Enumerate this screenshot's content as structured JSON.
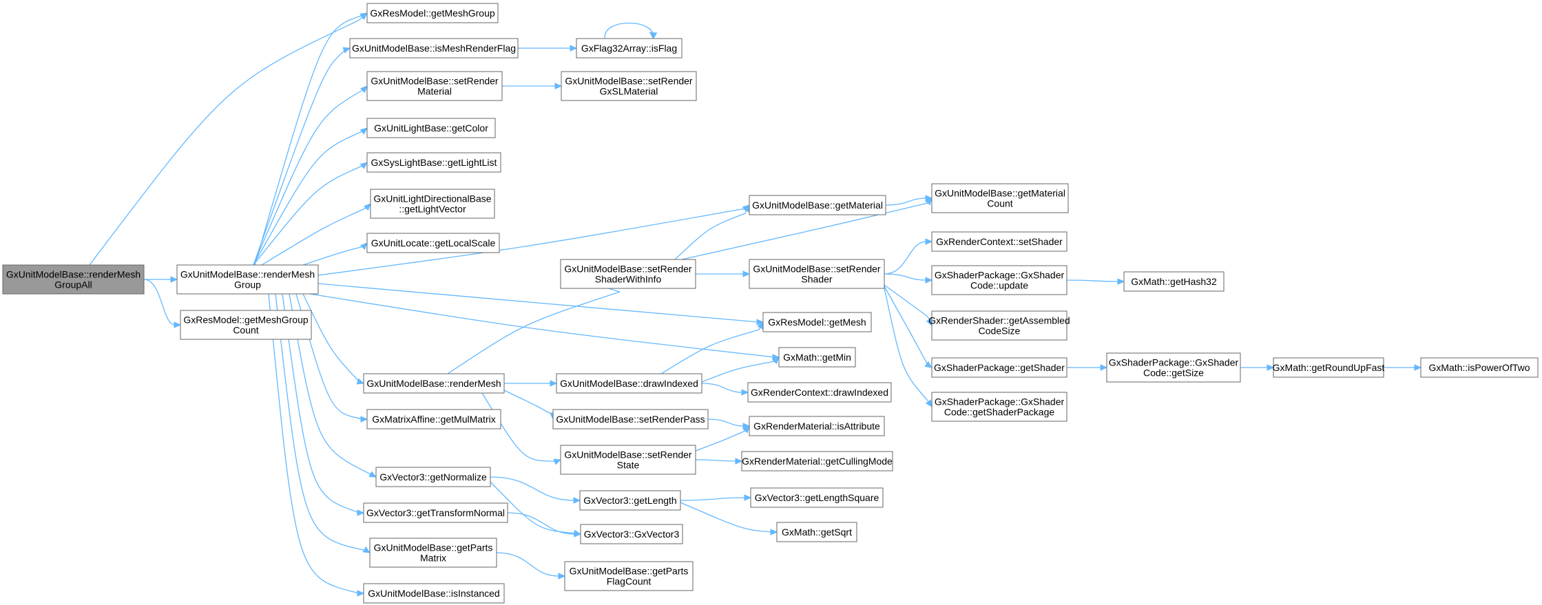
{
  "colors": {
    "edge": "#63b8ff",
    "node_border": "#666666",
    "root_fill": "#999999",
    "node_fill": "#ffffff"
  },
  "nodes": {
    "root": [
      "GxUnitModelBase::renderMesh",
      "GroupAll"
    ],
    "renderMeshGroup": [
      "GxUnitModelBase::renderMesh",
      "Group"
    ],
    "getMeshGroupCount": [
      "GxResModel::getMeshGroup",
      "Count"
    ],
    "getMeshGroup": [
      "GxResModel::getMeshGroup"
    ],
    "isMeshRenderFlag": [
      "GxUnitModelBase::isMeshRenderFlag"
    ],
    "isFlag": [
      "GxFlag32Array::isFlag"
    ],
    "setRenderMaterial": [
      "GxUnitModelBase::setRender",
      "Material"
    ],
    "setRenderGxSLMaterial": [
      "GxUnitModelBase::setRender",
      "GxSLMaterial"
    ],
    "getColor": [
      "GxUnitLightBase::getColor"
    ],
    "getLightList": [
      "GxSysLightBase::getLightList"
    ],
    "getLightVector": [
      "GxUnitLightDirectionalBase",
      "::getLightVector"
    ],
    "getLocalScale": [
      "GxUnitLocate::getLocalScale"
    ],
    "getMaterial": [
      "GxUnitModelBase::getMaterial"
    ],
    "getMaterialCount": [
      "GxUnitModelBase::getMaterial",
      "Count"
    ],
    "setRenderShaderWithInfo": [
      "GxUnitModelBase::setRender",
      "ShaderWithInfo"
    ],
    "setRenderShader": [
      "GxUnitModelBase::setRender",
      "Shader"
    ],
    "setShader": [
      "GxRenderContext::setShader"
    ],
    "update": [
      "GxShaderPackage::GxShader",
      "Code::update"
    ],
    "getHash32": [
      "GxMath::getHash32"
    ],
    "getAssembledCodeSize": [
      "GxRenderShader::getAssembled",
      "CodeSize"
    ],
    "getShader": [
      "GxShaderPackage::getShader"
    ],
    "getSize": [
      "GxShaderPackage::GxShader",
      "Code::getSize"
    ],
    "getRoundUpFast": [
      "GxMath::getRoundUpFast"
    ],
    "isPowerOfTwo": [
      "GxMath::isPowerOfTwo"
    ],
    "getShaderPackage": [
      "GxShaderPackage::GxShader",
      "Code::getShaderPackage"
    ],
    "getMesh": [
      "GxResModel::getMesh"
    ],
    "getMin": [
      "GxMath::getMin"
    ],
    "renderMesh": [
      "GxUnitModelBase::renderMesh"
    ],
    "drawIndexedModel": [
      "GxUnitModelBase::drawIndexed"
    ],
    "drawIndexedCtx": [
      "GxRenderContext::drawIndexed"
    ],
    "getMulMatrix": [
      "GxMatrixAffine::getMulMatrix"
    ],
    "setRenderPass": [
      "GxUnitModelBase::setRenderPass"
    ],
    "isAttribute": [
      "GxRenderMaterial::isAttribute"
    ],
    "setRenderState": [
      "GxUnitModelBase::setRender",
      "State"
    ],
    "getCullingMode": [
      "GxRenderMaterial::getCullingMode"
    ],
    "getNormalize": [
      "GxVector3::getNormalize"
    ],
    "getLength": [
      "GxVector3::getLength"
    ],
    "getLengthSquare": [
      "GxVector3::getLengthSquare"
    ],
    "getSqrt": [
      "GxMath::getSqrt"
    ],
    "getTransformNormal": [
      "GxVector3::getTransformNormal"
    ],
    "ctorVector3": [
      "GxVector3::GxVector3"
    ],
    "getPartsMatrix": [
      "GxUnitModelBase::getParts",
      "Matrix"
    ],
    "getPartsFlagCount": [
      "GxUnitModelBase::getParts",
      "FlagCount"
    ],
    "isInstanced": [
      "GxUnitModelBase::isInstanced"
    ]
  }
}
